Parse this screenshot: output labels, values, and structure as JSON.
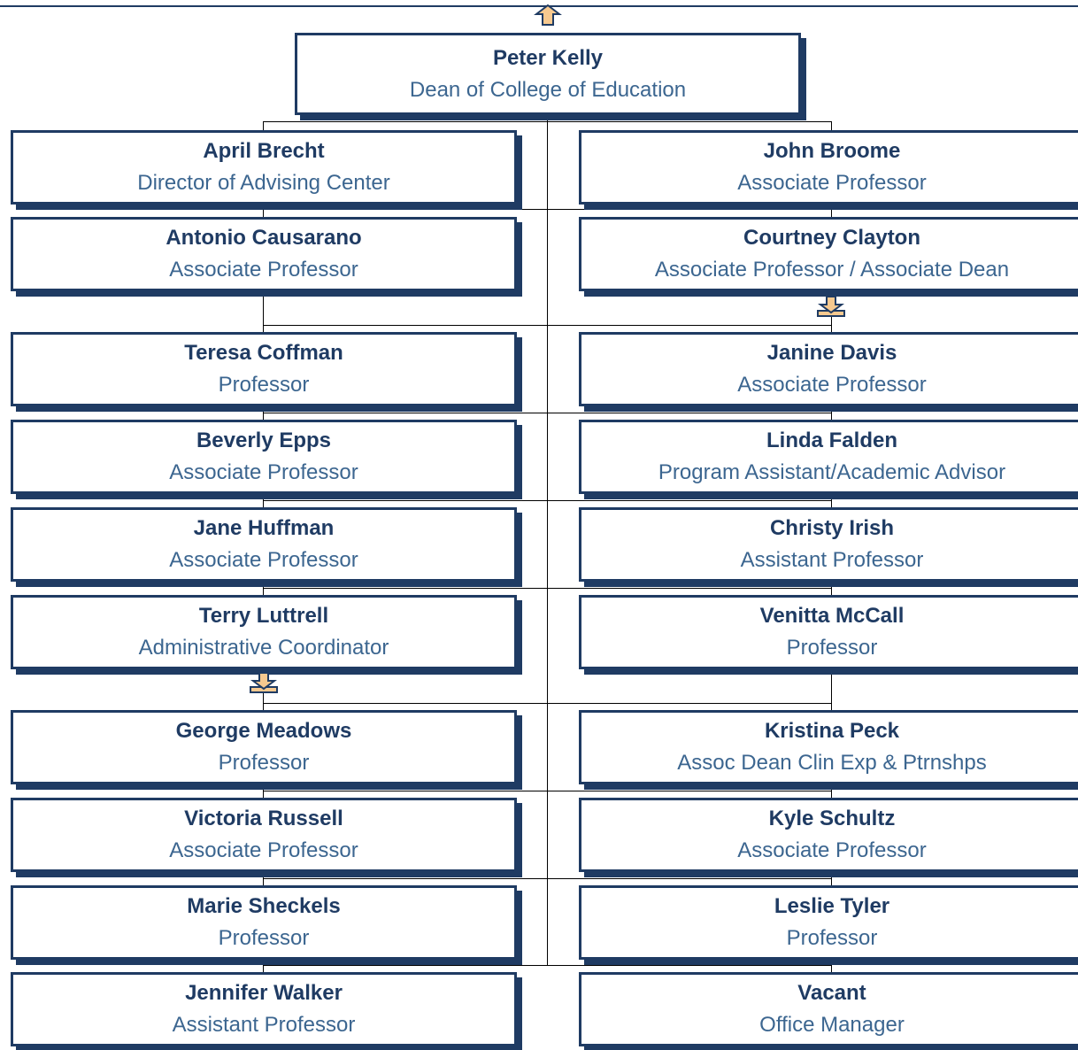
{
  "colors": {
    "box_border": "#1f3b63",
    "name_text": "#1f3b63",
    "title_text": "#3c6690",
    "nav_fill": "#f7c98f",
    "connector": "#000000"
  },
  "icons": {
    "up": "up-arrow-icon",
    "down": "down-arrow-icon"
  },
  "root": {
    "name": "Peter Kelly",
    "title": "Dean of College of Education"
  },
  "left": [
    {
      "name": "April Brecht",
      "title": "Director of Advising Center"
    },
    {
      "name": "Antonio Causarano",
      "title": "Associate Professor"
    },
    {
      "name": "Teresa Coffman",
      "title": "Professor"
    },
    {
      "name": "Beverly Epps",
      "title": "Associate Professor"
    },
    {
      "name": "Jane Huffman",
      "title": "Associate Professor"
    },
    {
      "name": "Terry Luttrell",
      "title": "Administrative Coordinator"
    },
    {
      "name": "George Meadows",
      "title": "Professor"
    },
    {
      "name": "Victoria Russell",
      "title": "Associate Professor"
    },
    {
      "name": "Marie Sheckels",
      "title": "Professor"
    },
    {
      "name": "Jennifer Walker",
      "title": "Assistant Professor"
    }
  ],
  "right": [
    {
      "name": "John Broome",
      "title": "Associate Professor"
    },
    {
      "name": "Courtney Clayton",
      "title": "Associate Professor / Associate Dean"
    },
    {
      "name": "Janine Davis",
      "title": "Associate Professor"
    },
    {
      "name": "Linda Falden",
      "title": "Program Assistant/Academic Advisor"
    },
    {
      "name": "Christy Irish",
      "title": "Assistant Professor"
    },
    {
      "name": "Venitta McCall",
      "title": "Professor"
    },
    {
      "name": "Kristina Peck",
      "title": "Assoc Dean Clin Exp & Ptrnshps"
    },
    {
      "name": "Kyle Schultz",
      "title": "Associate Professor"
    },
    {
      "name": "Leslie Tyler",
      "title": "Professor"
    },
    {
      "name": "Vacant",
      "title": "Office Manager"
    }
  ]
}
